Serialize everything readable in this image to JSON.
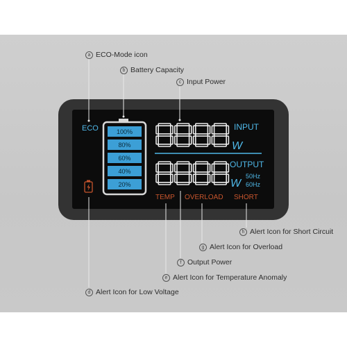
{
  "display": {
    "eco_label": "ECO",
    "battery_levels": [
      "100%",
      "80%",
      "60%",
      "40%",
      "20%"
    ],
    "input_digits": "8888",
    "input_label": "INPUT",
    "input_unit": "W",
    "output_digits": "8888",
    "output_label": "OUTPUT",
    "output_unit": "W",
    "freq_50": "50Hz",
    "freq_60": "60Hz",
    "alert_temp": "TEMP",
    "alert_overload": "OVERLOAD",
    "alert_short": "SHORT"
  },
  "callouts": [
    {
      "letter": "a",
      "text": "ECO-Mode icon"
    },
    {
      "letter": "b",
      "text": "Battery Capacity"
    },
    {
      "letter": "c",
      "text": "Input Power"
    },
    {
      "letter": "h",
      "text": "Alert Icon for Short Circuit"
    },
    {
      "letter": "g",
      "text": "Alert Icon for Overload"
    },
    {
      "letter": "f",
      "text": "Output Power"
    },
    {
      "letter": "e",
      "text": "Alert Icon for Temperature Anomaly"
    },
    {
      "letter": "d",
      "text": "Alert Icon for Low Voltage"
    }
  ],
  "colors": {
    "screen": "#0d0d0d",
    "bezel": "#2f2f2f",
    "lcd_blue": "#4fb8e8",
    "battery_fill": "#3c9fd6",
    "alert_orange": "#c8552d"
  }
}
